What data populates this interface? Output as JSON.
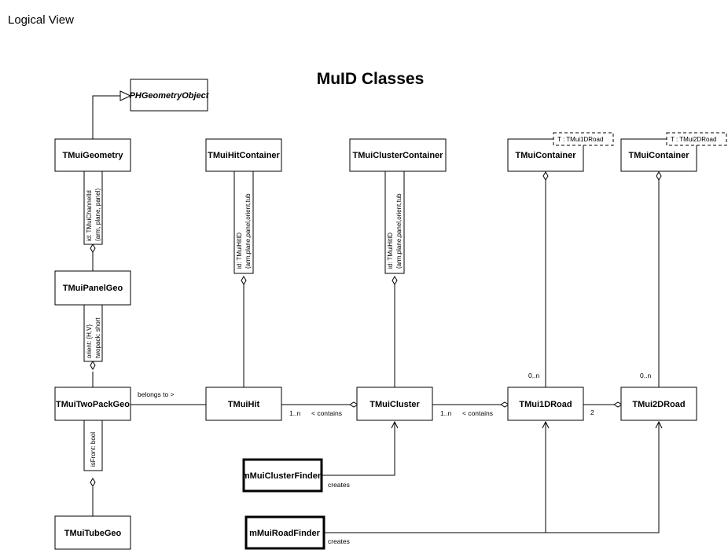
{
  "view_title": "Logical View",
  "diagram_title": "MuID Classes",
  "classes": {
    "ph_geometry_object": "PHGeometryObject",
    "geometry": "TMuiGeometry",
    "hit_container": "TMuiHitContainer",
    "cluster_container": "TMuiClusterContainer",
    "container_1d": "TMuiContainer",
    "container_2d": "TMuiContainer",
    "panel_geo": "TMuiPanelGeo",
    "two_pack_geo": "TMuiTwoPackGeo",
    "hit": "TMuiHit",
    "cluster": "TMuiCluster",
    "road_1d": "TMui1DRoad",
    "road_2d": "TMui2DRoad",
    "tube_geo": "TMuiTubeGeo",
    "cluster_finder": "mMuiClusterFinder",
    "road_finder": "mMuiRoadFinder"
  },
  "template_params": {
    "container_1d": "T : TMui1DRoad",
    "container_2d": "T : TMui2DRoad"
  },
  "qualifiers": {
    "geometry_line1": "id: TMuiChannelId",
    "geometry_line2": "(arm, plane, panel)",
    "panel_line1": "orient: {H,V}",
    "panel_line2": "twopack: short",
    "hit_container_line1": "id: TMuiHitID",
    "hit_container_line2": "(arm,plane,panel,orient,tub",
    "cluster_container_line1": "id: TMuiHitID",
    "cluster_container_line2": "(arm,plane,panel,orient,tub",
    "twopack_line1": "isFront: bool"
  },
  "labels": {
    "belongs_to": "belongs to >",
    "hit_mult": "1..n",
    "hit_contains": "< contains",
    "cluster_mult": "1..n",
    "cluster_contains": "< contains",
    "road1d_container_mult": "0..n",
    "road2d_container_mult": "0..n",
    "road2d_mult": "2",
    "cluster_finder_creates": "creates",
    "road_finder_creates": "creates"
  }
}
